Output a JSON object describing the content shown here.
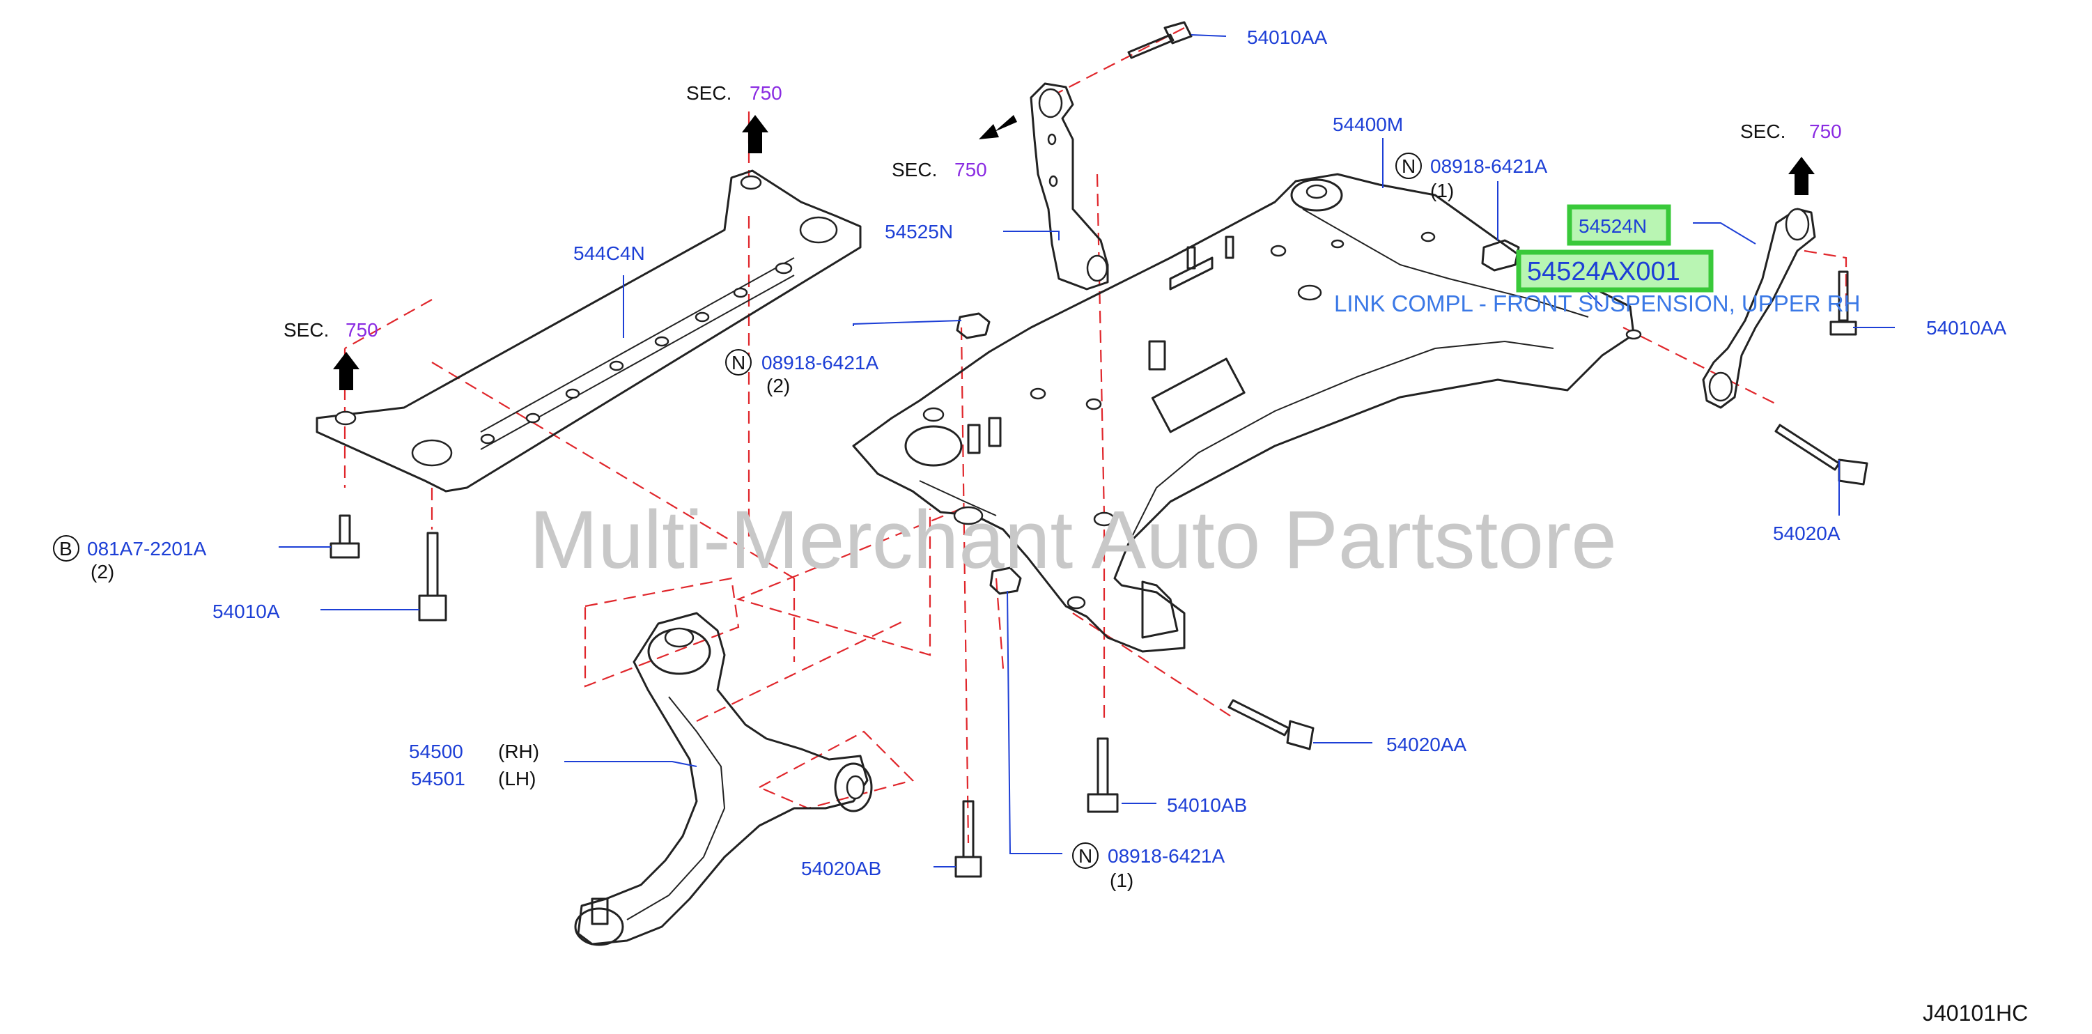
{
  "watermark": "Multi-Merchant Auto Partstore",
  "diagram_code": "J40101HC",
  "sections": [
    {
      "prefix": "SEC.",
      "number": "750"
    },
    {
      "prefix": "SEC.",
      "number": "750"
    },
    {
      "prefix": "SEC.",
      "number": "750"
    },
    {
      "prefix": "SEC.",
      "number": "750"
    }
  ],
  "parts": {
    "p_54010AA_top": "54010AA",
    "p_54525N": "54525N",
    "p_54400M": "54400M",
    "p_08918_top": "08918-6421A",
    "p_08918_top_qty": "(1)",
    "p_54524N": "54524N",
    "p_54524AX001": "54524AX001",
    "p_54524AX001_desc": "LINK COMPL - FRONT SUSPENSION, UPPER RH",
    "p_54010AA_right": "54010AA",
    "p_54020A": "54020A",
    "p_544C4N": "544C4N",
    "p_08918_mid": "08918-6421A",
    "p_08918_mid_qty": "(2)",
    "p_081A7": "081A7-2201A",
    "p_081A7_qty": "(2)",
    "p_54010A": "54010A",
    "p_54500": "54500",
    "p_54500_side": "(RH)",
    "p_54501": "54501",
    "p_54501_side": "(LH)",
    "p_54020AB": "54020AB",
    "p_54010AB": "54010AB",
    "p_54020AA": "54020AA",
    "p_08918_bot": "08918-6421A",
    "p_08918_bot_qty": "(1)"
  },
  "markers": {
    "n": "N",
    "b": "B"
  }
}
